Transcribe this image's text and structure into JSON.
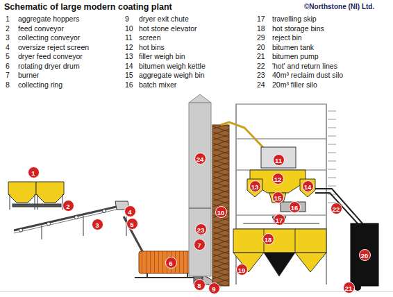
{
  "diagram": {
    "title": "Schematic of large modern coating plant",
    "labels": [
      "©Northstone (NI) Ltd.",
      "1",
      "aggregate hoppers",
      "2",
      "feed conveyor",
      "3",
      "collecting conveyor",
      "4",
      "oversize reject screen",
      "5",
      "dryer feed conveyor",
      "6",
      "rotating dryer drum",
      "7",
      "burner",
      "8",
      "collecting ring",
      "9",
      "dryer exit chute",
      "10",
      "hot stone elevator",
      "11",
      "screen",
      "12",
      "hot bins",
      "13",
      "filler weigh bin",
      "14",
      "bitumen weigh kettle",
      "15",
      "aggregate weigh bin",
      "16",
      "batch mixer",
      "17",
      "travelling skip",
      "18",
      "hot storage bins",
      "29",
      "reject bin",
      "20",
      "bitumen tank",
      "21",
      "bitumen pump",
      "22",
      "'hot' and return lines",
      "23",
      "40m³ reclaim dust silo",
      "24",
      "20m³ filler silo",
      "1",
      "2",
      "3",
      "4",
      "5",
      "6",
      "7",
      "8",
      "9",
      "10",
      "11",
      "12",
      "13",
      "14",
      "15",
      "16",
      "17",
      "18",
      "19",
      "20",
      "21",
      "22",
      "23",
      "24"
    ]
  }
}
